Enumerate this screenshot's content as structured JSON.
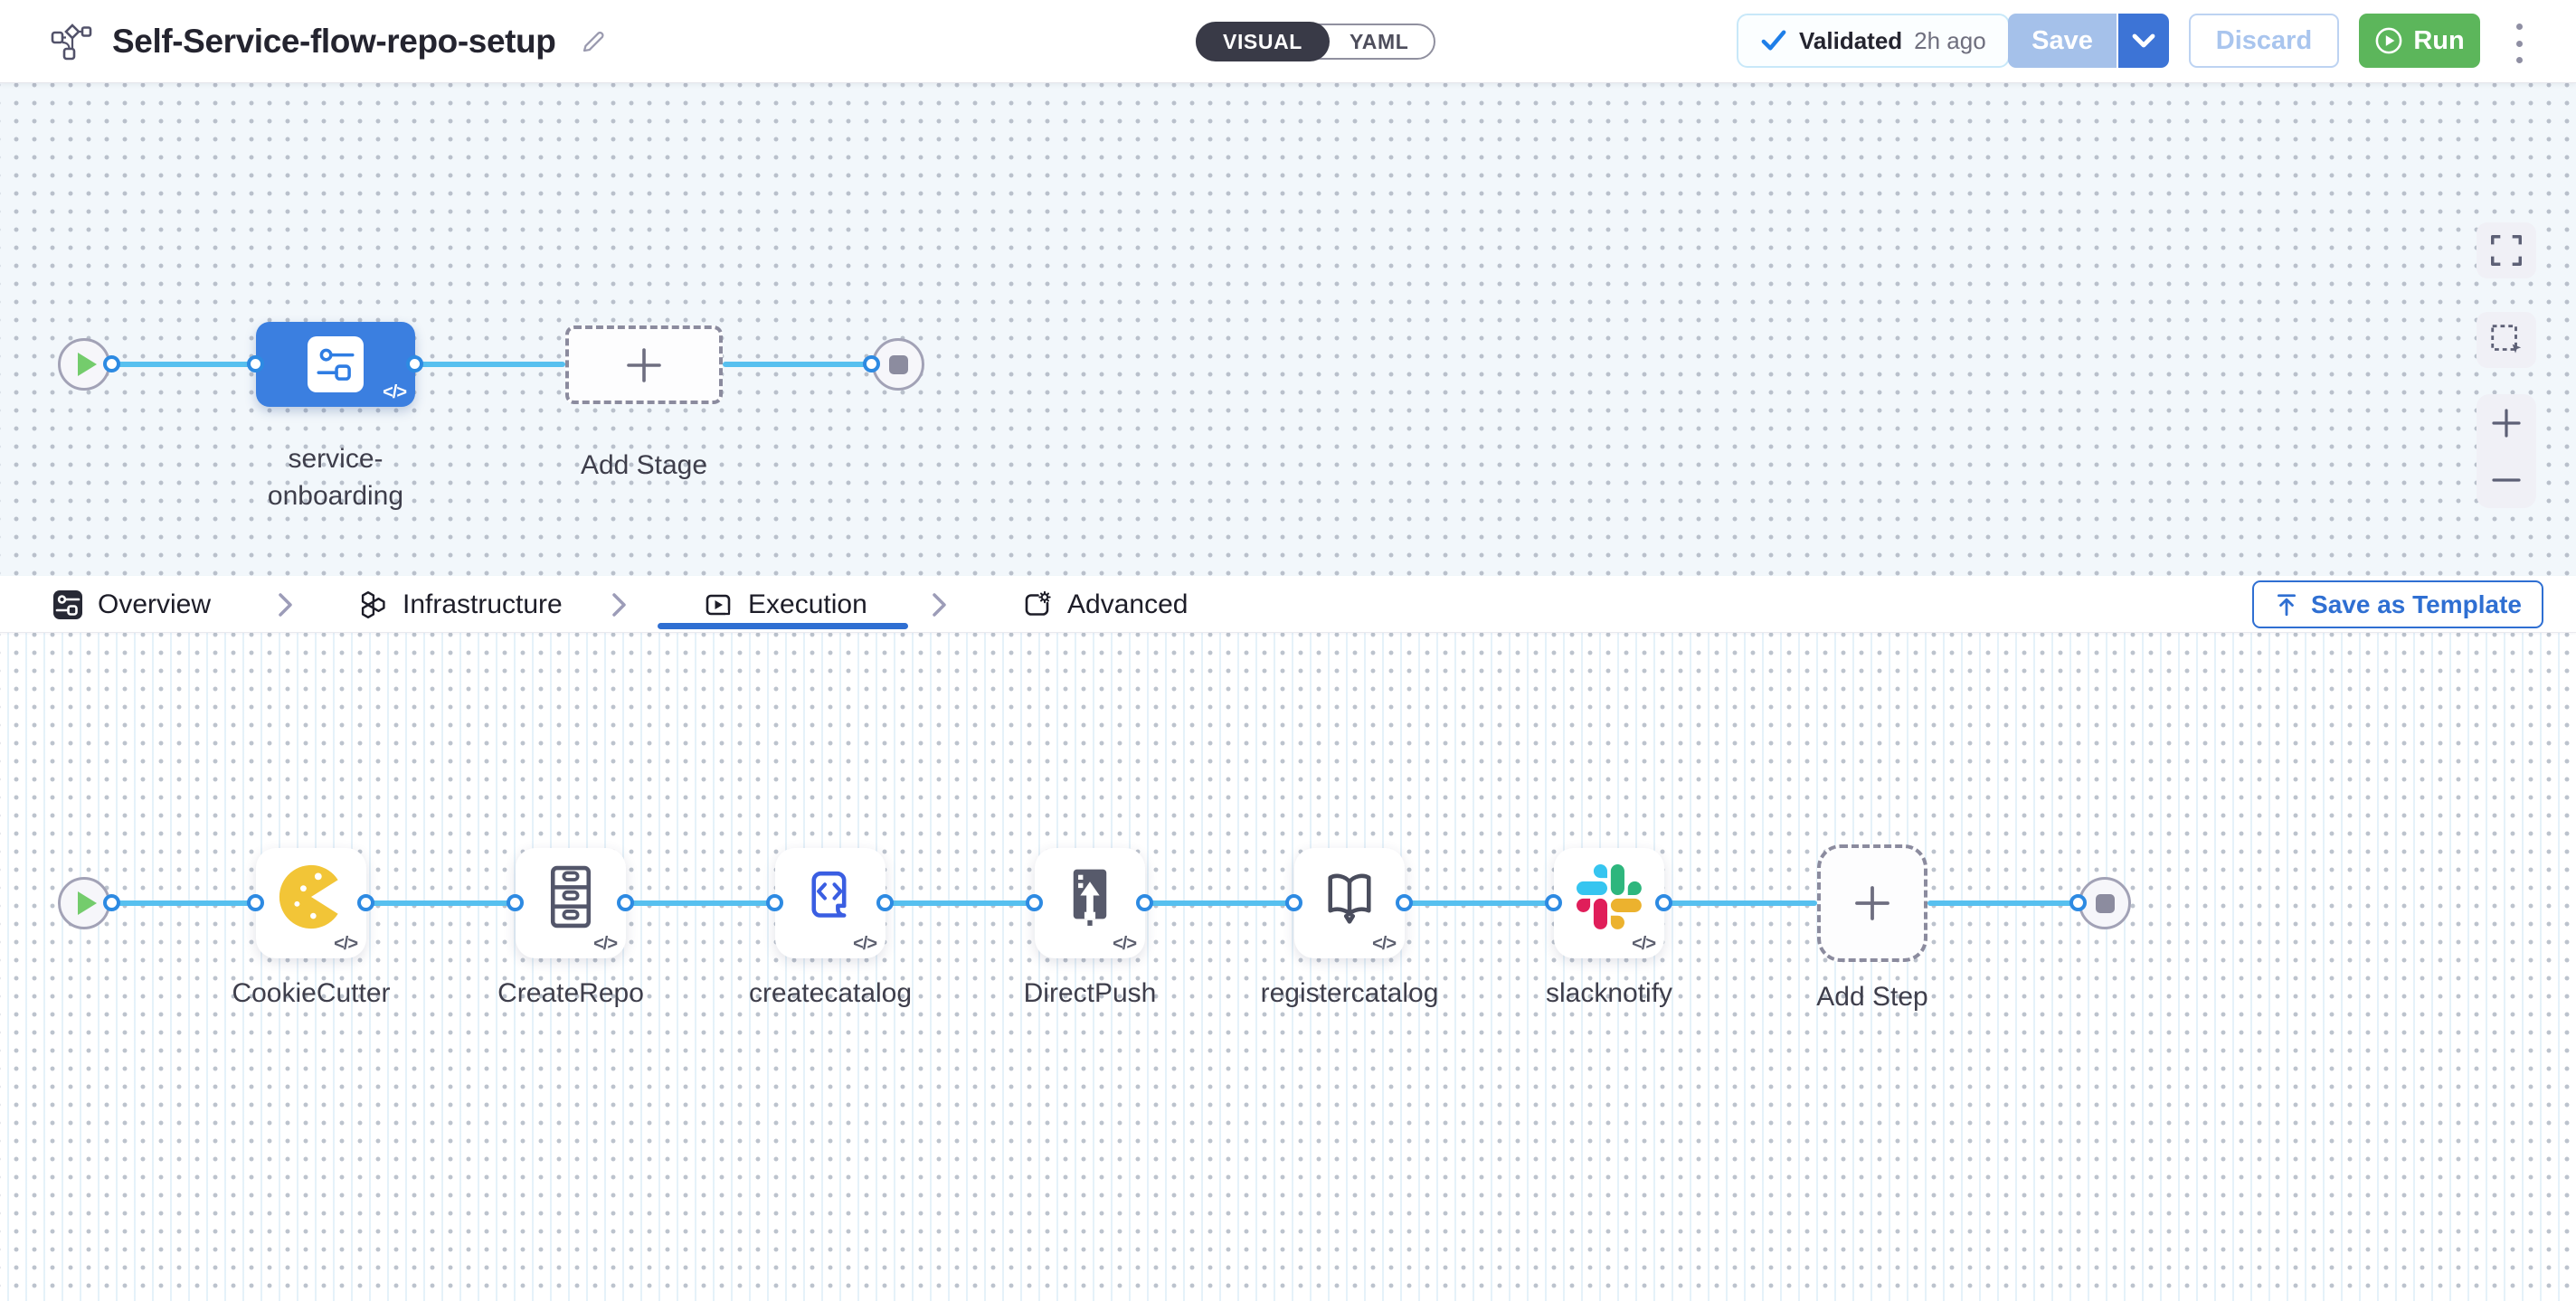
{
  "header": {
    "title": "Self-Service-flow-repo-setup",
    "mode_toggle": {
      "visual": "VISUAL",
      "yaml": "YAML"
    },
    "validated_label": "Validated",
    "validated_time": "2h ago",
    "save_label": "Save",
    "discard_label": "Discard",
    "run_label": "Run"
  },
  "stage_canvas": {
    "stage_label": "service-onboarding",
    "add_stage_label": "Add Stage"
  },
  "tab_bar": {
    "tabs": [
      {
        "label": "Overview"
      },
      {
        "label": "Infrastructure"
      },
      {
        "label": "Execution",
        "active": true
      },
      {
        "label": "Advanced"
      }
    ],
    "save_as_template_label": "Save as Template"
  },
  "execution_canvas": {
    "steps": [
      {
        "label": "CookieCutter",
        "icon": "cookiecutter-icon"
      },
      {
        "label": "CreateRepo",
        "icon": "repo-drawer-icon"
      },
      {
        "label": "createcatalog",
        "icon": "catalog-script-icon"
      },
      {
        "label": "DirectPush",
        "icon": "direct-push-icon"
      },
      {
        "label": "registercatalog",
        "icon": "open-book-icon"
      },
      {
        "label": "slacknotify",
        "icon": "slack-icon"
      }
    ],
    "add_step_label": "Add Step"
  },
  "badges": {
    "code_badge": "</>"
  },
  "colors": {
    "accent_blue": "#2F6FD2",
    "node_blue": "#3B7FE0",
    "connector_blue": "#57C0EF",
    "run_green": "#5CB65B",
    "toggle_dark": "#393A47",
    "canvas_top_bg": "#F2F7FB"
  }
}
